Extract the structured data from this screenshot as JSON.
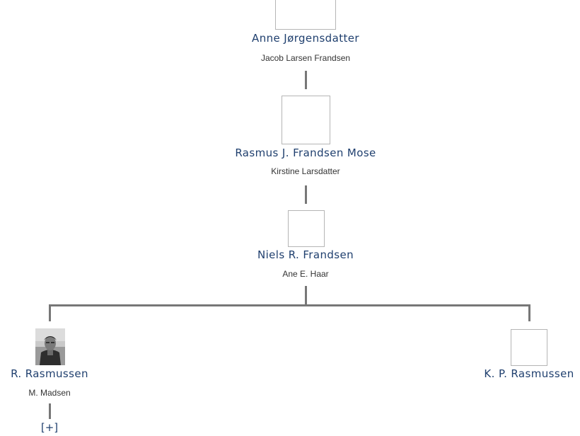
{
  "persons": [
    {
      "name": "Anne Jørgensdatter",
      "spouse": "Jacob Larsen Frandsen"
    },
    {
      "name": "Rasmus J. Frandsen Mose",
      "spouse": "Kirstine Larsdatter"
    },
    {
      "name": "Niels R. Frandsen",
      "spouse": "Ane E. Haar"
    },
    {
      "name": "R. Rasmussen",
      "spouse": "M. Madsen"
    },
    {
      "name": "K. P. Rasmussen"
    }
  ],
  "expand_label": "[+]",
  "colors": {
    "name": "#1f3f6e",
    "line": "#777777",
    "frame": "#b5b5b5"
  }
}
